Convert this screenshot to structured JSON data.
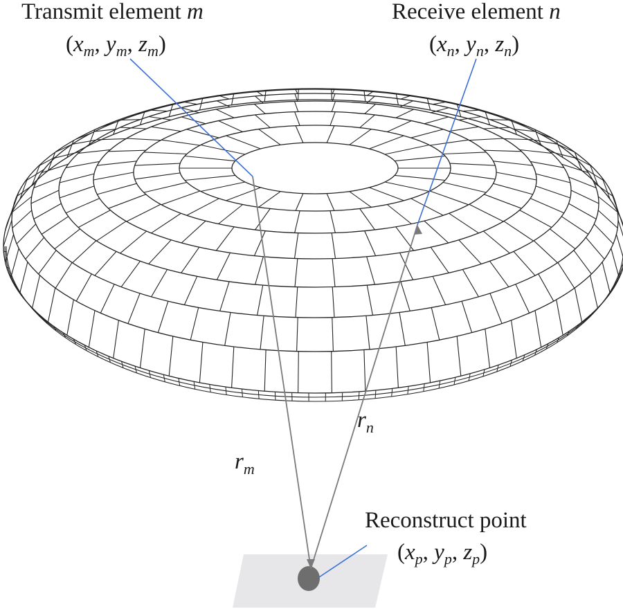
{
  "labels": {
    "transmit": {
      "text": "Transmit element ",
      "var": "m",
      "coord": [
        "x",
        "m",
        "y",
        "m",
        "z",
        "m"
      ]
    },
    "receive": {
      "text": "Receive element ",
      "var": "n",
      "coord": [
        "x",
        "n",
        "y",
        "n",
        "z",
        "n"
      ]
    },
    "point": {
      "text": "Reconstruct point",
      "coord": [
        "x",
        "p",
        "y",
        "p",
        "z",
        "p"
      ]
    },
    "rm": {
      "base": "r",
      "sub": "m"
    },
    "rn": {
      "base": "r",
      "sub": "n"
    }
  },
  "colors": {
    "mesh": "#222222",
    "ray": "#7a7a7a",
    "leader": "#3a6fd8",
    "plane": "#e7e7e9",
    "point": "#6e6e6e"
  },
  "dome": {
    "ring_count": 8,
    "segments_per_ring": [
      16,
      22,
      28,
      34,
      40,
      46,
      52,
      58
    ]
  }
}
